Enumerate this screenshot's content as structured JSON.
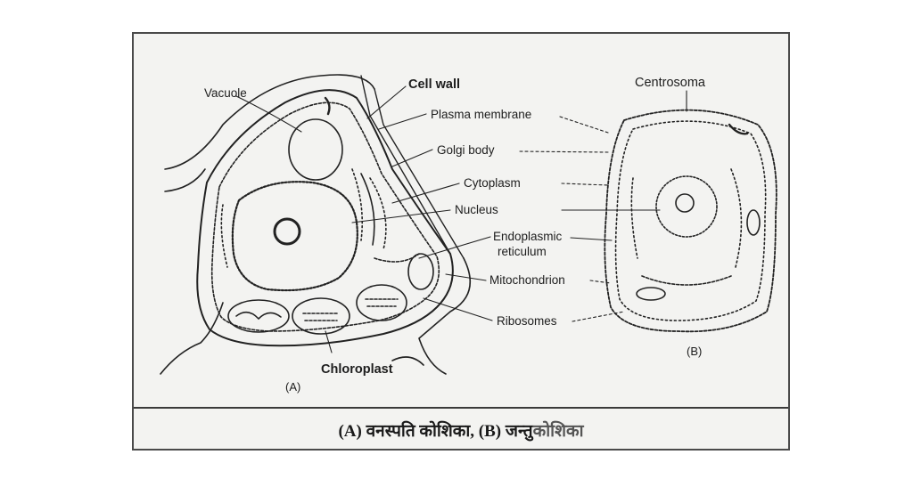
{
  "labels": {
    "vacuole": "Vacuole",
    "cell_wall": "Cell wall",
    "plasma_membrane": "Plasma membrane",
    "golgi_body": "Golgi body",
    "cytoplasm": "Cytoplasm",
    "nucleus": "Nucleus",
    "endoplasmic_line1": "Endoplasmic",
    "endoplasmic_line2": "reticulum",
    "mitochondrion": "Mitochondrion",
    "ribosomes": "Ribosomes",
    "chloroplast": "Chloroplast",
    "centrosome": "Centrosoma",
    "tag_a": "(A)",
    "tag_b": "(B)"
  },
  "caption": {
    "part_a": "(A) वनस्पति कोशिका, (B) जन्तु ",
    "part_b": "कोशिका"
  },
  "colors": {
    "ink": "#1d1d1d",
    "paper": "#f3f3f1",
    "frame": "#4a4a4a"
  }
}
